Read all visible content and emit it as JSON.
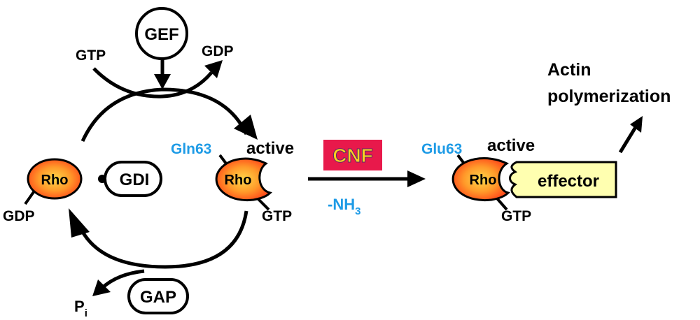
{
  "labels": {
    "gef": "GEF",
    "gtp_in": "GTP",
    "gdp_out": "GDP",
    "rho_left": "Rho",
    "gdi": "GDI",
    "gdp_left": "GDP",
    "gln63": "Gln63",
    "active_mid": "active",
    "rho_mid": "Rho",
    "gtp_mid": "GTP",
    "cnf": "CNF",
    "nh3_prefix": "-NH",
    "nh3_sub": "3",
    "glu63": "Glu63",
    "active_right": "active",
    "rho_right": "Rho",
    "effector": "effector",
    "gtp_right": "GTP",
    "actin_line1": "Actin",
    "actin_line2": "polymerization",
    "gap": "GAP",
    "pi_main": "P",
    "pi_sub": "i"
  },
  "colors": {
    "cnf_box": "#e8194b",
    "cnf_text": "#ffd21e",
    "blue_text": "#1e9be6",
    "effector_fill": "#ffffb0",
    "rho_center": "#ffd84a",
    "rho_edge": "#ff4a1a"
  }
}
